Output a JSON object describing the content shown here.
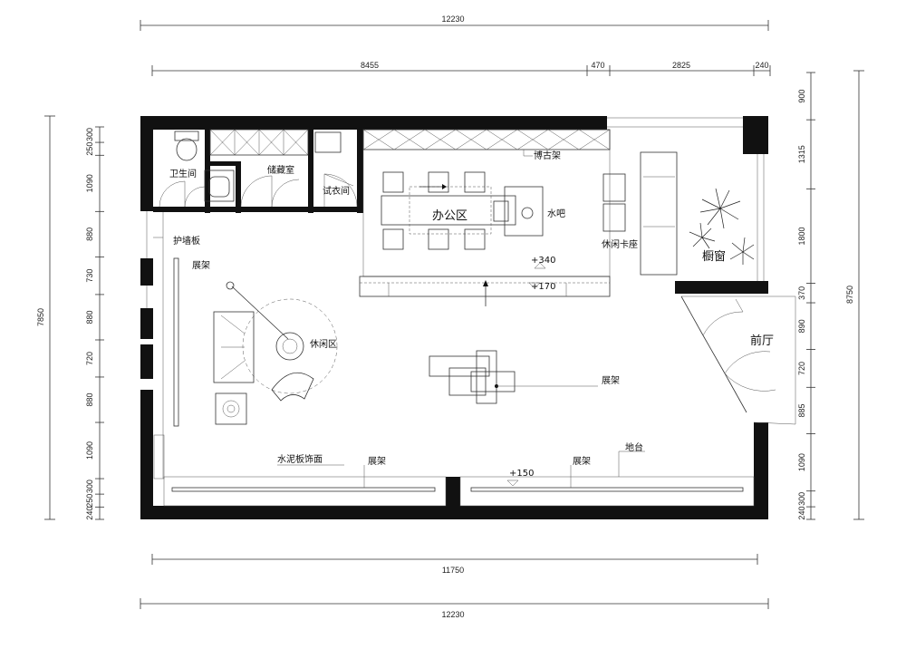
{
  "dimensions": {
    "top_overall": "12230",
    "top_segments": [
      "8455",
      "470",
      "2825",
      "240"
    ],
    "bottom_inner": "11750",
    "bottom_overall": "12230",
    "left_overall": "7850",
    "left_segments": [
      "300",
      "250",
      "1090",
      "880",
      "730",
      "880",
      "720",
      "880",
      "1090",
      "300",
      "250",
      "240"
    ],
    "right_overall": "8750",
    "right_segments": [
      "900",
      "1315",
      "1800",
      "370",
      "890",
      "720",
      "885",
      "1090",
      "300",
      "240"
    ]
  },
  "rooms": {
    "restroom": "卫生间",
    "storage": "储藏室",
    "fitting": "试衣间",
    "office": "办公区",
    "water_bar": "水吧",
    "antique_shelf": "博古架",
    "lounge_booth": "休闲卡座",
    "window_display": "橱窗",
    "lobby": "前厅",
    "leisure": "休闲区",
    "wall_panel": "护墙板",
    "shelf_left": "展架",
    "shelf_center": "展架",
    "cement_board": "水泥板饰面",
    "shelf_bottom_a": "展架",
    "shelf_bottom_b": "展架",
    "platform": "地台"
  },
  "levels": {
    "office_level": "+340",
    "step_level": "+170",
    "platform_level": "+150"
  }
}
